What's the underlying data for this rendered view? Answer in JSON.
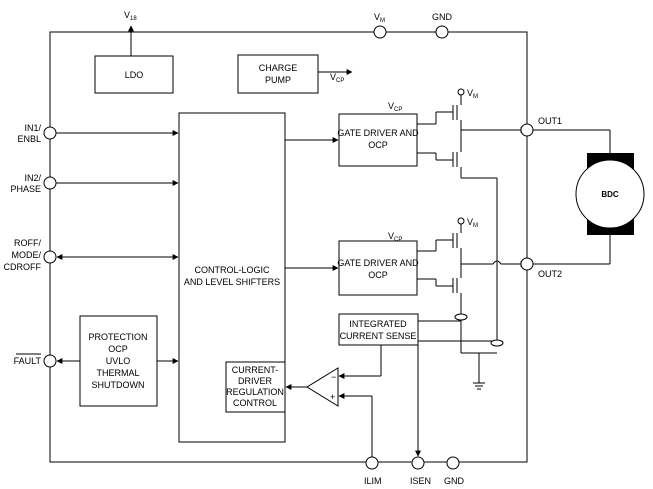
{
  "pins": {
    "v18_main": "V",
    "v18_sub": "18",
    "vm_top_main": "V",
    "vm_top_sub": "M",
    "gnd_top": "GND",
    "in1_line1": "IN1/",
    "in1_line2": "ENBL",
    "in2_line1": "IN2/",
    "in2_line2": "PHASE",
    "roff_line1": "ROFF/",
    "roff_line2": "MODE/",
    "roff_line3": "CDROFF",
    "fault": "FAULT",
    "out1": "OUT1",
    "out2": "OUT2",
    "ilim": "ILIM",
    "isen": "ISEN",
    "gnd_bottom": "GND"
  },
  "blocks": {
    "ldo": "LDO",
    "charge_pump_1": "CHARGE",
    "charge_pump_2": "PUMP",
    "vcp_main": "V",
    "vcp_sub": "CP",
    "control_1": "CONTROL-LOGIC",
    "control_2": "AND LEVEL SHIFTERS",
    "gate1_vcp_main": "V",
    "gate1_vcp_sub": "CP",
    "gate1_1": "GATE DRIVER AND",
    "gate1_2": "OCP",
    "gate2_vcp_main": "V",
    "gate2_vcp_sub": "CP",
    "gate2_1": "GATE DRIVER AND",
    "gate2_2": "OCP",
    "fet1_vm_main": "V",
    "fet1_vm_sub": "M",
    "fet2_vm_main": "V",
    "fet2_vm_sub": "M",
    "ics_1": "INTEGRATED",
    "ics_2": "CURRENT SENSE",
    "prot_1": "PROTECTION",
    "prot_2": "OCP",
    "prot_3": "UVLO",
    "prot_4": "THERMAL",
    "prot_5": "SHUTDOWN",
    "cdr_1": "CURRENT-",
    "cdr_2": "DRIVER",
    "cdr_3": "REGULATION",
    "cdr_4": "CONTROL",
    "comp_minus": "−",
    "comp_plus": "+",
    "motor": "BDC"
  }
}
